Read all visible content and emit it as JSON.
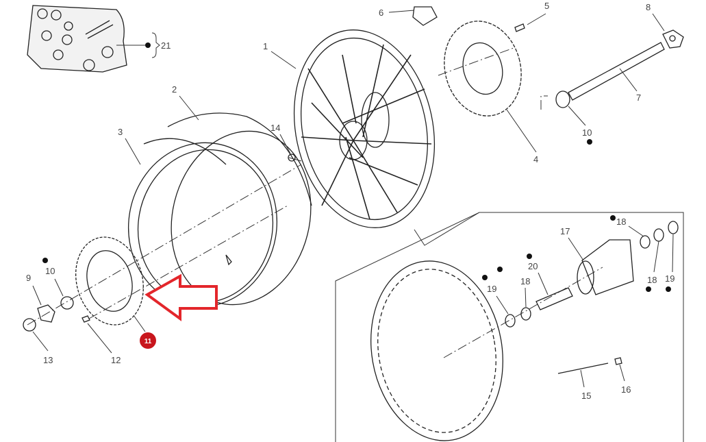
{
  "diagram": {
    "callouts": {
      "c1": "1",
      "c2": "2",
      "c3": "3",
      "c4": "4",
      "c5": "5",
      "c6": "6",
      "c7": "7",
      "c8": "8",
      "c9": "9",
      "c10a": "10",
      "c10b": "10",
      "c12": "12",
      "c13": "13",
      "c14": "14",
      "c15": "15",
      "c16": "16",
      "c17": "17",
      "c18a": "18",
      "c18b": "18",
      "c18c": "18",
      "c19a": "19",
      "c19b": "19",
      "c20": "20",
      "c21": "21"
    },
    "highlighted_part": "11",
    "colors": {
      "highlight": "#c8161d",
      "arrow": "#e3262b",
      "line": "#333333"
    }
  }
}
